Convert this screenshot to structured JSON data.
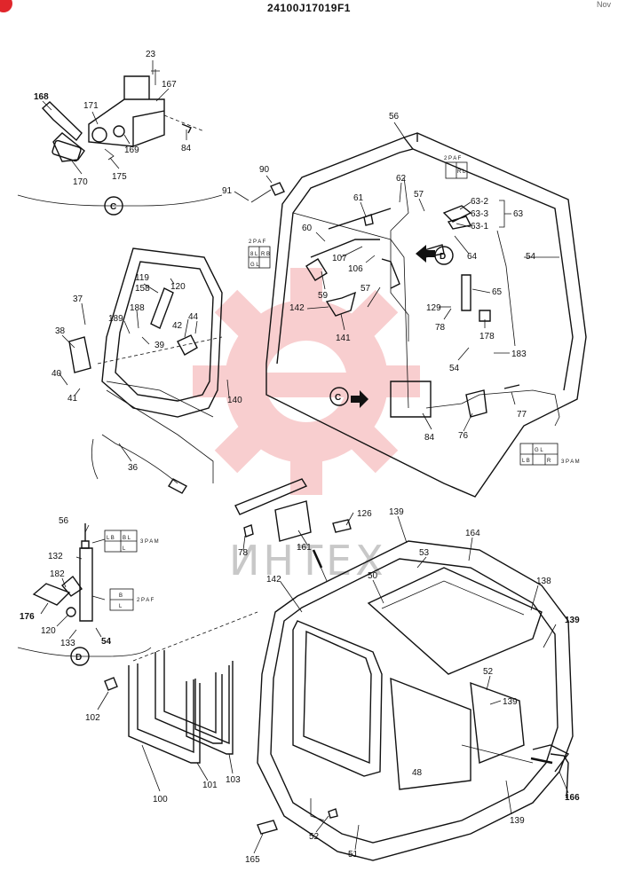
{
  "header": {
    "part_number": "24100J17019F1",
    "corner_text": "Nov"
  },
  "watermark": {
    "text": "ИНТЕХ",
    "color": "#e0262b"
  },
  "detail_views": {
    "c": {
      "letter": "C"
    },
    "d": {
      "letter": "D"
    }
  },
  "callouts": {
    "c23": "23",
    "c167": "167",
    "c168": "168",
    "c171": "171",
    "c169": "169",
    "c84a": "84",
    "c175": "175",
    "c170": "170",
    "c56": "56",
    "c90": "90",
    "c91": "91",
    "c62": "62",
    "c61": "61",
    "c57": "57",
    "c63_2": "63-2",
    "c63_3": "63-3",
    "c63": "63",
    "c63_1": "63-1",
    "c60": "60",
    "c107": "107",
    "c106": "106",
    "c64": "64",
    "c54a": "54",
    "c59": "59",
    "c57b": "57",
    "c65": "65",
    "c142a": "142",
    "c129": "129",
    "c141": "141",
    "c78a": "78",
    "c178": "178",
    "c54b": "54",
    "c183": "183",
    "c119": "119",
    "c158": "158",
    "c120a": "120",
    "c37": "37",
    "c188": "188",
    "c189": "189",
    "c42": "42",
    "c44": "44",
    "c38": "38",
    "c39": "39",
    "c40": "40",
    "c140": "140",
    "c41": "41",
    "c36": "36",
    "c77": "77",
    "c84b": "84",
    "c76": "76",
    "c126": "126",
    "c78b": "78",
    "c161": "161",
    "c56b": "56",
    "c132": "132",
    "c182": "182",
    "c176": "176",
    "c120b": "120",
    "c133": "133",
    "c54c": "54",
    "c139a": "139",
    "c164": "164",
    "c53": "53",
    "c142b": "142",
    "c50": "50",
    "c138": "138",
    "c139b": "139",
    "c52a": "52",
    "c139c": "139",
    "c48": "48",
    "c102": "102",
    "c166": "166",
    "c100": "100",
    "c101": "101",
    "c103": "103",
    "c139d": "139",
    "c165": "165",
    "c52b": "52",
    "c51": "51"
  },
  "connectors": {
    "k1": [
      "2 P A F",
      "8 L",
      "R B",
      "G L"
    ],
    "k2": [
      "2 P A F",
      "R L"
    ],
    "k3": [
      "3 P A M",
      "G L",
      "L B",
      "R"
    ],
    "k4": [
      "3 P A M",
      "L B",
      "B L",
      "L"
    ],
    "k5": [
      "2 P A F",
      "B",
      "L"
    ]
  },
  "icons": {
    "arrow": "solid-arrow-icon",
    "bolt": "bolt-icon",
    "view_marker": "circled-letter-icon"
  },
  "colors": {
    "ink": "#111111",
    "watermark": "#e0262b"
  }
}
